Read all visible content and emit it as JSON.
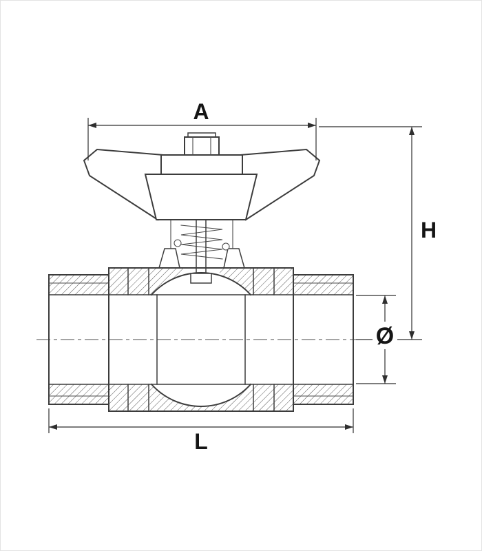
{
  "drawing": {
    "background": "#ffffff",
    "frame_border_color": "#e3e3e3",
    "line_color": "#3c3c3c",
    "hatch_color": "#5a5a5a",
    "label_color": "#151515",
    "labels": {
      "width_a": "A",
      "height_h": "H",
      "diameter": "Ø",
      "length_l": "L"
    }
  }
}
